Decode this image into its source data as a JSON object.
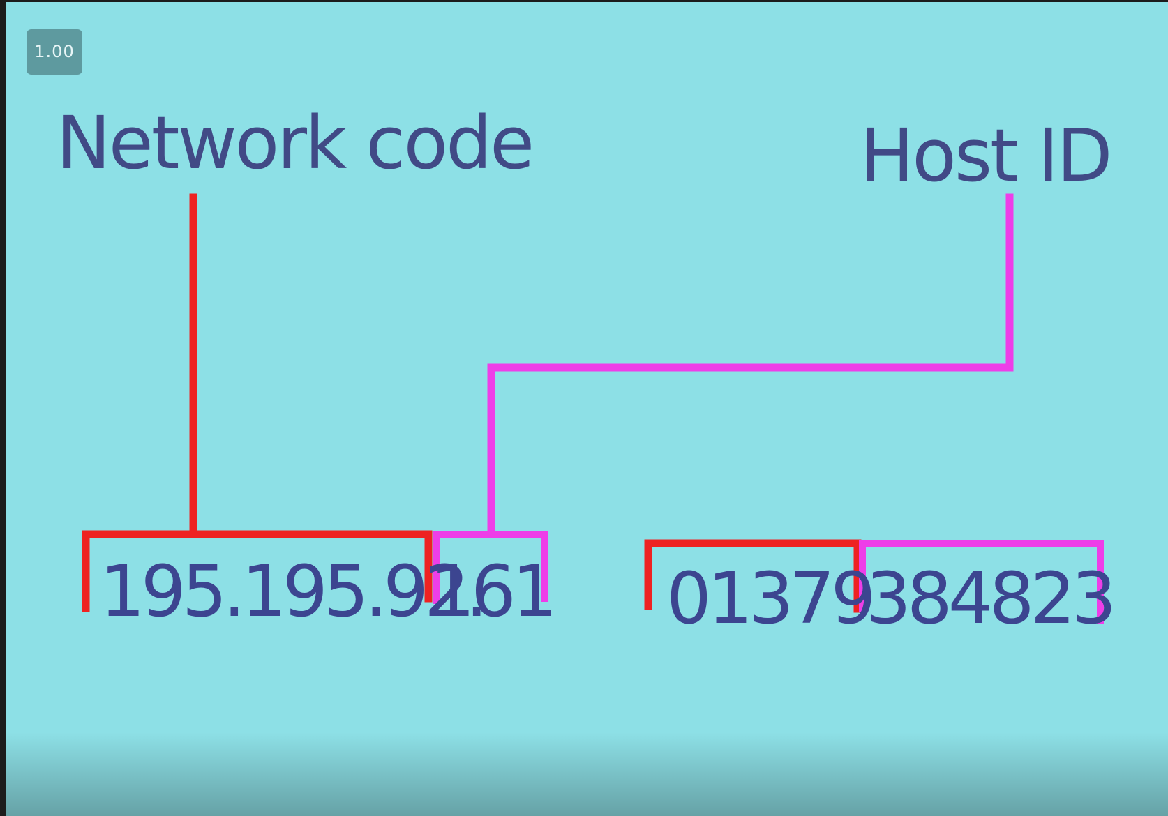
{
  "badge": {
    "speed": "1.00"
  },
  "labels": {
    "network": "Network code",
    "host": "Host ID"
  },
  "ip_address": {
    "network_part": "195.195.92.",
    "host_part": "161"
  },
  "phone_number": {
    "network_part": "01379",
    "host_part": "384823"
  },
  "colors": {
    "background": "#8de0e6",
    "network_bracket": "#ee2222",
    "host_bracket": "#ee3ee8",
    "text": "#414a86"
  }
}
